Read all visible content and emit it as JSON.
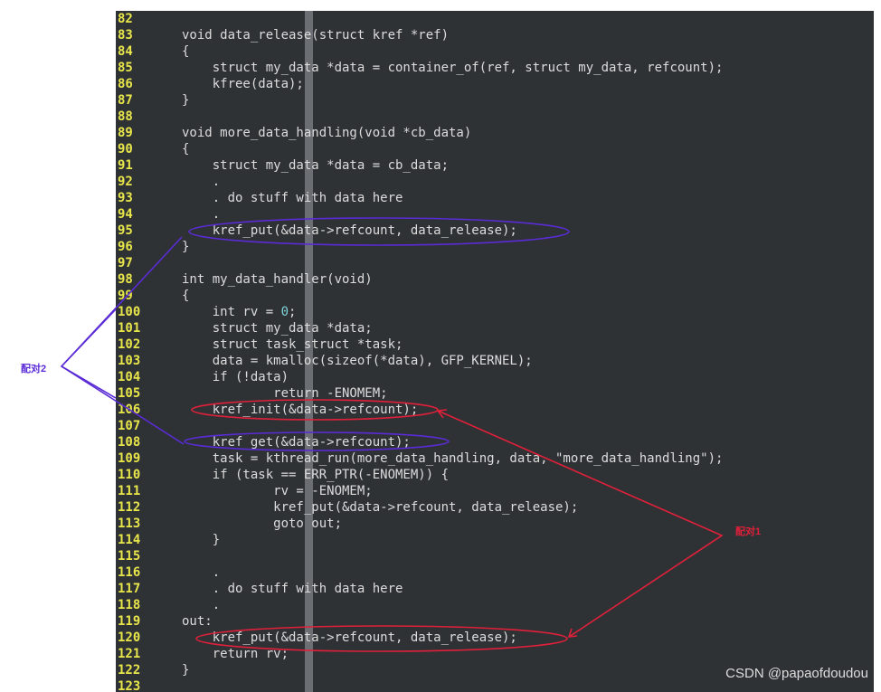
{
  "editor": {
    "lines": [
      {
        "n": "82",
        "code": ""
      },
      {
        "n": "83",
        "code": "void data_release(struct kref *ref)"
      },
      {
        "n": "84",
        "code": "{"
      },
      {
        "n": "85",
        "code": "    struct my_data *data = container_of(ref, struct my_data, refcount);"
      },
      {
        "n": "86",
        "code": "    kfree(data);"
      },
      {
        "n": "87",
        "code": "}"
      },
      {
        "n": "88",
        "code": ""
      },
      {
        "n": "89",
        "code": "void more_data_handling(void *cb_data)"
      },
      {
        "n": "90",
        "code": "{"
      },
      {
        "n": "91",
        "code": "    struct my_data *data = cb_data;"
      },
      {
        "n": "92",
        "code": "    ."
      },
      {
        "n": "93",
        "code": "    . do stuff with data here"
      },
      {
        "n": "94",
        "code": "    ."
      },
      {
        "n": "95",
        "code": "    kref_put(&data->refcount, data_release);"
      },
      {
        "n": "96",
        "code": "}"
      },
      {
        "n": "97",
        "code": ""
      },
      {
        "n": "98",
        "code": "int my_data_handler(void)"
      },
      {
        "n": "99",
        "code": "{"
      },
      {
        "n": "100",
        "code": "    int rv = 0;"
      },
      {
        "n": "101",
        "code": "    struct my_data *data;"
      },
      {
        "n": "102",
        "code": "    struct task_struct *task;"
      },
      {
        "n": "103",
        "code": "    data = kmalloc(sizeof(*data), GFP_KERNEL);"
      },
      {
        "n": "104",
        "code": "    if (!data)"
      },
      {
        "n": "105",
        "code": "            return -ENOMEM;"
      },
      {
        "n": "106",
        "code": "    kref_init(&data->refcount);"
      },
      {
        "n": "107",
        "code": ""
      },
      {
        "n": "108",
        "code": "    kref_get(&data->refcount);"
      },
      {
        "n": "109",
        "code": "    task = kthread_run(more_data_handling, data, \"more_data_handling\");"
      },
      {
        "n": "110",
        "code": "    if (task == ERR_PTR(-ENOMEM)) {"
      },
      {
        "n": "111",
        "code": "            rv = -ENOMEM;"
      },
      {
        "n": "112",
        "code": "            kref_put(&data->refcount, data_release);"
      },
      {
        "n": "113",
        "code": "            goto out;"
      },
      {
        "n": "114",
        "code": "    }"
      },
      {
        "n": "115",
        "code": ""
      },
      {
        "n": "116",
        "code": "    ."
      },
      {
        "n": "117",
        "code": "    . do stuff with data here"
      },
      {
        "n": "118",
        "code": "    ."
      },
      {
        "n": "119",
        "code": "out:"
      },
      {
        "n": "120",
        "code": "    kref_put(&data->refcount, data_release);"
      },
      {
        "n": "121",
        "code": "    return rv;"
      },
      {
        "n": "122",
        "code": "}"
      },
      {
        "n": "123",
        "code": ""
      }
    ]
  },
  "annotations": {
    "pair2": {
      "label": "配对2",
      "color": "#5a2bd6"
    },
    "pair1": {
      "label": "配对1",
      "color": "#e0203a"
    }
  },
  "watermark": "CSDN @papaofdoudou"
}
